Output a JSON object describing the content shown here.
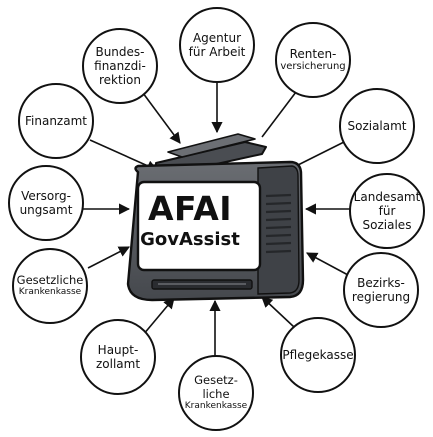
{
  "device": {
    "title": "AFAI",
    "subtitle": "GovAssist"
  },
  "nodes": [
    {
      "id": "bff",
      "lines": [
        "Bundes-",
        "finanzdi-",
        "rektion"
      ],
      "size": "big"
    },
    {
      "id": "afa",
      "lines": [
        "Agentur",
        "für Arbeit"
      ],
      "size": "big"
    },
    {
      "id": "rv",
      "lines": [
        "Renten-",
        "versicherung"
      ],
      "size": "small"
    },
    {
      "id": "fa",
      "lines": [
        "Finanzamt"
      ],
      "size": "big"
    },
    {
      "id": "sa",
      "lines": [
        "Sozialamt"
      ],
      "size": "big"
    },
    {
      "id": "va",
      "lines": [
        "Versorg-",
        "ungsamt"
      ],
      "size": "big"
    },
    {
      "id": "lfs",
      "lines": [
        "Landesamt",
        "für",
        "Soziales"
      ],
      "size": "big"
    },
    {
      "id": "gkv1",
      "lines": [
        "Gesetzliche",
        "Krankenkasse"
      ],
      "size": "mixed"
    },
    {
      "id": "br",
      "lines": [
        "Bezirks-",
        "regierung"
      ],
      "size": "big"
    },
    {
      "id": "hza",
      "lines": [
        "Haupt-",
        "zollamt"
      ],
      "size": "big"
    },
    {
      "id": "pk",
      "lines": [
        "Pflegekasse"
      ],
      "size": "big"
    },
    {
      "id": "gkv2",
      "lines": [
        "Gesetz-",
        "liche",
        "Krankenkasse"
      ],
      "size": "mixed"
    }
  ],
  "colors": {
    "outline": "#111111",
    "device_body": "#5b5e63",
    "device_dark": "#3c3f44",
    "screen": "#ffffff"
  }
}
